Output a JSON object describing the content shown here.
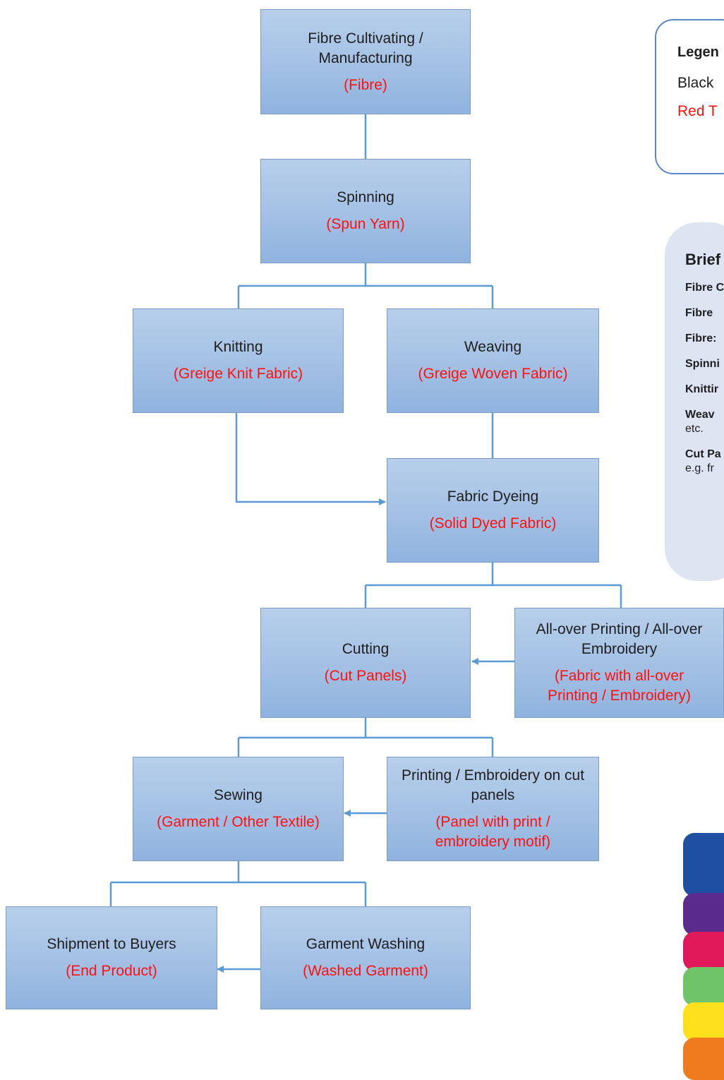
{
  "nodes": {
    "fibre": {
      "title": "Fibre Cultivating / Manufacturing",
      "output": "(Fibre)"
    },
    "spinning": {
      "title": "Spinning",
      "output": "(Spun Yarn)"
    },
    "knitting": {
      "title": "Knitting",
      "output": "(Greige Knit Fabric)"
    },
    "weaving": {
      "title": "Weaving",
      "output": "(Greige Woven Fabric)"
    },
    "dyeing": {
      "title": "Fabric Dyeing",
      "output": "(Solid Dyed Fabric)"
    },
    "cutting": {
      "title": "Cutting",
      "output": "(Cut Panels)"
    },
    "allover": {
      "title": "All-over Printing / All-over Embroidery",
      "output": "(Fabric with all-over Printing / Embroidery)"
    },
    "sewing": {
      "title": "Sewing",
      "output": "(Garment / Other Textile)"
    },
    "panelprint": {
      "title": "Printing / Embroidery on cut panels",
      "output": "(Panel with print / embroidery motif)"
    },
    "shipment": {
      "title": "Shipment to Buyers",
      "output": "(End Product)"
    },
    "washing": {
      "title": "Garment Washing",
      "output": "(Washed Garment)"
    }
  },
  "legend": {
    "title": "Legen",
    "black_row": "Black",
    "red_row": "Red T"
  },
  "brief": {
    "title": "Brief",
    "items": [
      {
        "label": "Fibre C",
        "cont": ""
      },
      {
        "label": "Fibre",
        "cont": ""
      },
      {
        "label": "Fibre:",
        "cont": ""
      },
      {
        "label": "Spinni",
        "cont": ""
      },
      {
        "label": "Knittir",
        "cont": ""
      },
      {
        "label": "Weav",
        "cont": "etc."
      },
      {
        "label": "Cut Pa",
        "cont": "e.g. fr"
      }
    ]
  },
  "colors": {
    "node_fill": "#a3c0e4",
    "connector": "#5b9bd5",
    "output_text": "#ff1010",
    "fabric_rolls": [
      "#1f4fa3",
      "#5a2a8c",
      "#e0195a",
      "#6fc46a",
      "#ffe01a",
      "#f07a1e"
    ]
  }
}
